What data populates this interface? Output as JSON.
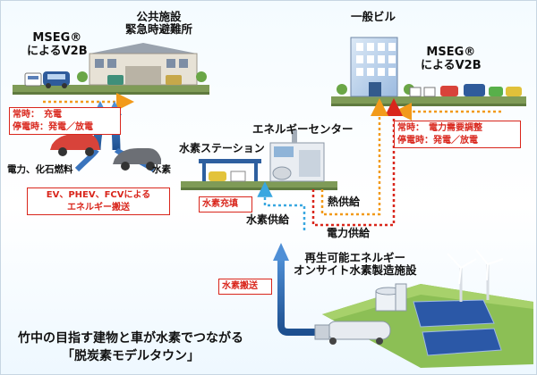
{
  "labels": {
    "mseg_left": "MSEG®\nによるV2B",
    "public_facility": "公共施設\n緊急時避難所",
    "office_building": "一般ビル",
    "mseg_right": "MSEG®\nによるV2B",
    "energy_center": "エネルギーセンター",
    "hydrogen_station": "水素ステーション",
    "fuel_labels": "電力、化石燃料",
    "hydrogen": "水素",
    "heat_supply": "熱供給",
    "hydrogen_supply": "水素供給",
    "power_supply": "電力供給",
    "renewable_facility": "再生可能エネルギー\nオンサイト水素製造施設",
    "caption": "竹中の目指す建物と車が水素でつながる\n「脱炭素モデルタウン」"
  },
  "boxes": {
    "left_mode": "常時：　充電\n停電時：発電／放電",
    "right_mode": "常時：　電力需要調整\n停電時：発電／放電",
    "ev_transport": "EV、PHEV、FCVによる\nエネルギー搬送",
    "hydrogen_fill": "水素充填",
    "hydrogen_transport": "水素搬送"
  },
  "colors": {
    "red": "#d9261c",
    "orange": "#f29a1a",
    "blue_arrow": "#2c63a8",
    "dotted_blue": "#39a7e0",
    "ground": "#7f9b57"
  }
}
